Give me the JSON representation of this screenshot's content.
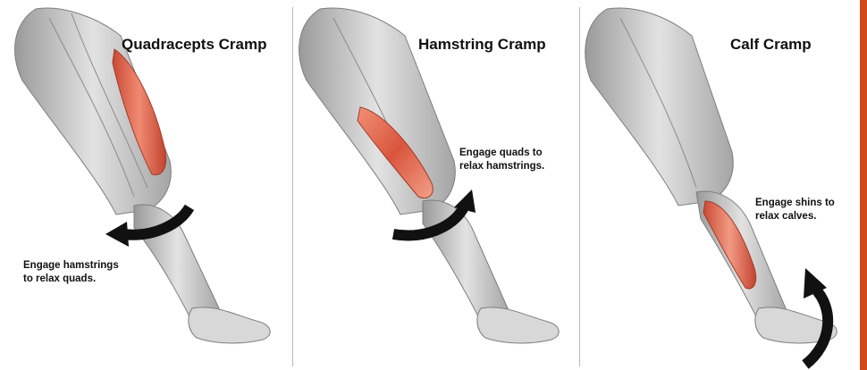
{
  "panels": [
    {
      "title": "Quadracepts Cramp",
      "caption": [
        "Engage hamstrings",
        "to relax quads."
      ]
    },
    {
      "title": "Hamstring Cramp",
      "caption": [
        "Engage quads to",
        "relax hamstrings."
      ]
    },
    {
      "title": "Calf Cramp",
      "caption": [
        "Engage shins to",
        "relax calves."
      ]
    }
  ],
  "colors": {
    "muscle_gray": "#c9c9c9",
    "muscle_highlight": "#e0705a",
    "arrow": "#111111",
    "accent_bar": "#d04a1c",
    "divider": "#b9b9b9"
  },
  "icons": [
    "counterclockwise-arrow-icon",
    "clockwise-arrow-icon",
    "upward-curved-arrow-icon"
  ]
}
